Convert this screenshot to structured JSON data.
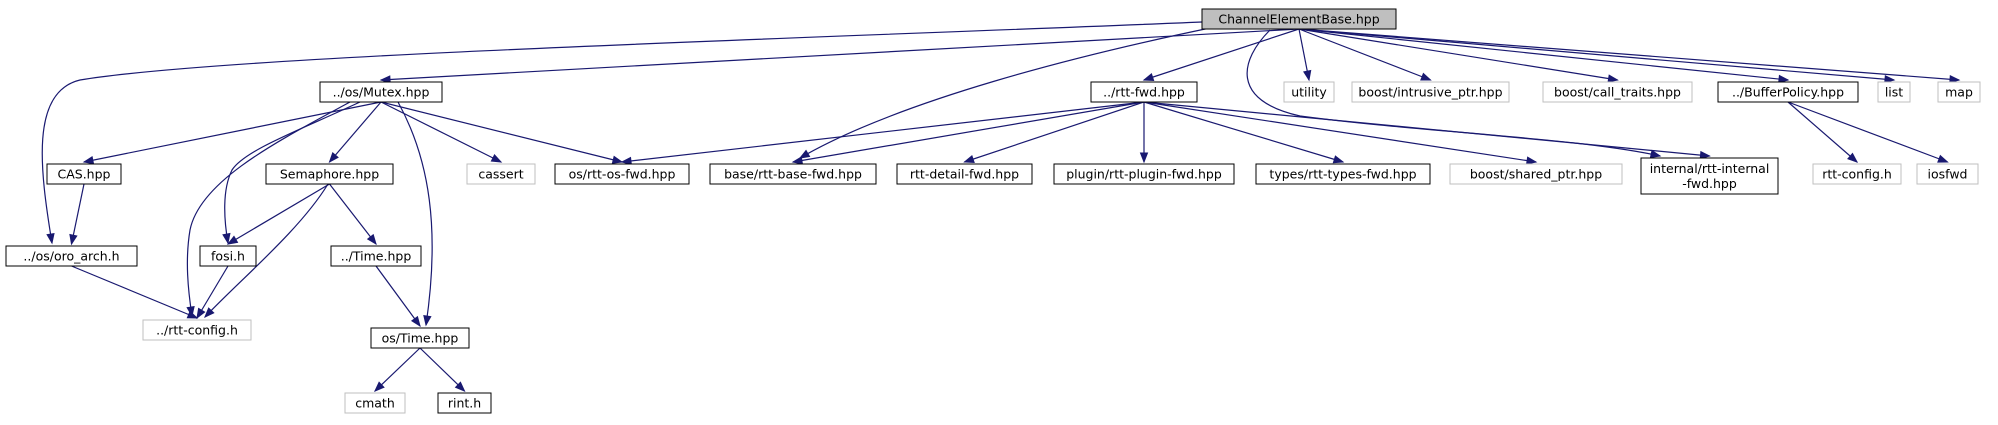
{
  "colors": {
    "edge": "#191970",
    "root_fill": "#bfbfbf",
    "documented_border": "#000000",
    "undocumented_border": "#bfbfbf"
  },
  "nodes": [
    {
      "id": "root",
      "kind": "root",
      "lines": [
        "ChannelElementBase.hpp"
      ]
    },
    {
      "id": "mutex",
      "kind": "documented",
      "lines": [
        "../os/Mutex.hpp"
      ]
    },
    {
      "id": "rttfwd",
      "kind": "documented",
      "lines": [
        "../rtt-fwd.hpp"
      ]
    },
    {
      "id": "utility",
      "kind": "external",
      "lines": [
        "utility"
      ]
    },
    {
      "id": "intrusive",
      "kind": "external",
      "lines": [
        "boost/intrusive_ptr.hpp"
      ]
    },
    {
      "id": "calltraits",
      "kind": "external",
      "lines": [
        "boost/call_traits.hpp"
      ]
    },
    {
      "id": "bufferpolicy",
      "kind": "documented",
      "lines": [
        "../BufferPolicy.hpp"
      ]
    },
    {
      "id": "list",
      "kind": "external",
      "lines": [
        "list"
      ]
    },
    {
      "id": "map",
      "kind": "external",
      "lines": [
        "map"
      ]
    },
    {
      "id": "cas",
      "kind": "documented",
      "lines": [
        "CAS.hpp"
      ]
    },
    {
      "id": "semaphore",
      "kind": "documented",
      "lines": [
        "Semaphore.hpp"
      ]
    },
    {
      "id": "cassert",
      "kind": "external",
      "lines": [
        "cassert"
      ]
    },
    {
      "id": "osrttosfwd",
      "kind": "documented",
      "lines": [
        "os/rtt-os-fwd.hpp"
      ]
    },
    {
      "id": "basefwd",
      "kind": "documented",
      "lines": [
        "base/rtt-base-fwd.hpp"
      ]
    },
    {
      "id": "detailfwd",
      "kind": "documented",
      "lines": [
        "rtt-detail-fwd.hpp"
      ]
    },
    {
      "id": "pluginfwd",
      "kind": "documented",
      "lines": [
        "plugin/rtt-plugin-fwd.hpp"
      ]
    },
    {
      "id": "typesfwd",
      "kind": "documented",
      "lines": [
        "types/rtt-types-fwd.hpp"
      ]
    },
    {
      "id": "sharedptr",
      "kind": "external",
      "lines": [
        "boost/shared_ptr.hpp"
      ]
    },
    {
      "id": "internalfwd",
      "kind": "documented",
      "lines": [
        "internal/rtt-internal",
        "-fwd.hpp"
      ]
    },
    {
      "id": "rttconfigh",
      "kind": "external",
      "lines": [
        "rtt-config.h"
      ]
    },
    {
      "id": "iosfwd",
      "kind": "external",
      "lines": [
        "iosfwd"
      ]
    },
    {
      "id": "oroarch",
      "kind": "documented",
      "lines": [
        "../os/oro_arch.h"
      ]
    },
    {
      "id": "fosi",
      "kind": "documented",
      "lines": [
        "fosi.h"
      ]
    },
    {
      "id": "dottime",
      "kind": "documented",
      "lines": [
        "../Time.hpp"
      ]
    },
    {
      "id": "rttconfig",
      "kind": "external",
      "lines": [
        "../rtt-config.h"
      ]
    },
    {
      "id": "ostime",
      "kind": "documented",
      "lines": [
        "os/Time.hpp"
      ]
    },
    {
      "id": "cmath",
      "kind": "external",
      "lines": [
        "cmath"
      ]
    },
    {
      "id": "rint",
      "kind": "documented",
      "lines": [
        "rint.h"
      ]
    }
  ],
  "edges": [
    [
      "root",
      "mutex"
    ],
    [
      "root",
      "rttfwd"
    ],
    [
      "root",
      "utility"
    ],
    [
      "root",
      "intrusive"
    ],
    [
      "root",
      "calltraits"
    ],
    [
      "root",
      "bufferpolicy"
    ],
    [
      "root",
      "list"
    ],
    [
      "root",
      "map"
    ],
    [
      "root",
      "oroarch"
    ],
    [
      "root",
      "basefwd"
    ],
    [
      "root",
      "internalfwd"
    ],
    [
      "mutex",
      "cas"
    ],
    [
      "mutex",
      "semaphore"
    ],
    [
      "mutex",
      "cassert"
    ],
    [
      "mutex",
      "osrttosfwd"
    ],
    [
      "mutex",
      "fosi"
    ],
    [
      "mutex",
      "rttconfig"
    ],
    [
      "mutex",
      "ostime"
    ],
    [
      "rttfwd",
      "osrttosfwd"
    ],
    [
      "rttfwd",
      "basefwd"
    ],
    [
      "rttfwd",
      "detailfwd"
    ],
    [
      "rttfwd",
      "pluginfwd"
    ],
    [
      "rttfwd",
      "typesfwd"
    ],
    [
      "rttfwd",
      "sharedptr"
    ],
    [
      "rttfwd",
      "internalfwd"
    ],
    [
      "bufferpolicy",
      "rttconfigh"
    ],
    [
      "bufferpolicy",
      "iosfwd"
    ],
    [
      "cas",
      "oroarch"
    ],
    [
      "oroarch",
      "rttconfig"
    ],
    [
      "semaphore",
      "fosi"
    ],
    [
      "semaphore",
      "rttconfig"
    ],
    [
      "semaphore",
      "dottime"
    ],
    [
      "fosi",
      "rttconfig"
    ],
    [
      "dottime",
      "ostime"
    ],
    [
      "ostime",
      "cmath"
    ],
    [
      "ostime",
      "rint"
    ]
  ]
}
